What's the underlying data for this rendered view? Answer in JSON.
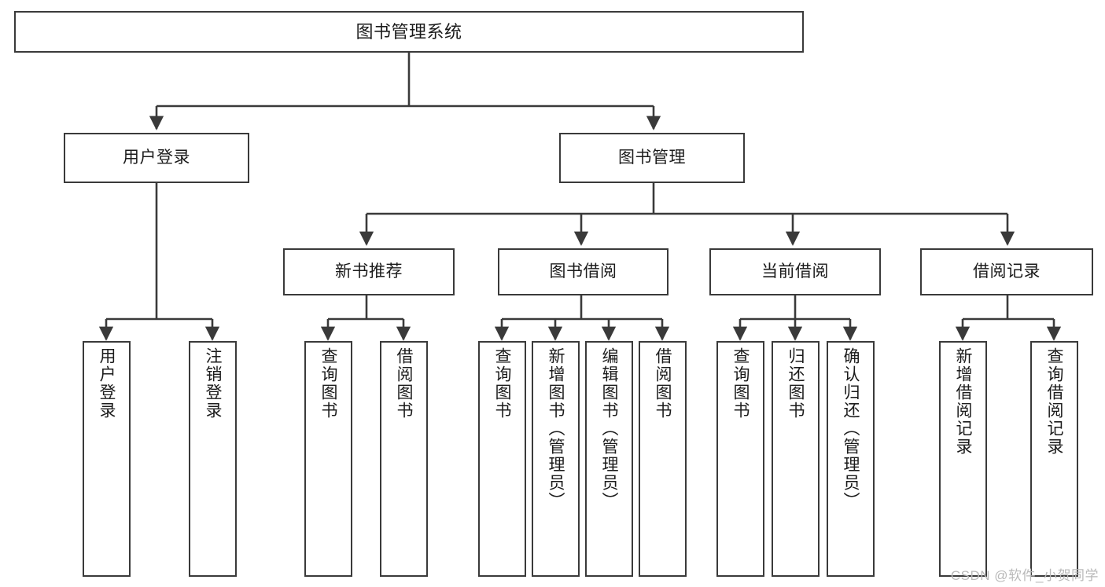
{
  "diagram": {
    "title": "图书管理系统",
    "type": "tree",
    "theme": {
      "background": "#ffffff",
      "node_border": "#3a3a3a",
      "node_fill": "#ffffff",
      "connector": "#3a3a3a",
      "text": "#1b1b1b",
      "watermark": "#b9b9b9"
    },
    "nodes": {
      "root": {
        "label": "图书管理系统"
      },
      "level2": [
        {
          "label": "用户登录"
        },
        {
          "label": "图书管理"
        }
      ],
      "level3": [
        {
          "label": "新书推荐"
        },
        {
          "label": "图书借阅"
        },
        {
          "label": "当前借阅"
        },
        {
          "label": "借阅记录"
        }
      ],
      "leaves": {
        "user_login": [
          {
            "label": "用户登录"
          },
          {
            "label": "注销登录"
          }
        ],
        "new_book_recommend": [
          {
            "label": "查询图书"
          },
          {
            "label": "借阅图书"
          }
        ],
        "book_borrow": [
          {
            "label": "查询图书"
          },
          {
            "label": "新增图书（管理员）"
          },
          {
            "label": "编辑图书（管理员）"
          },
          {
            "label": "借阅图书"
          }
        ],
        "current_borrow": [
          {
            "label": "查询图书"
          },
          {
            "label": "归还图书"
          },
          {
            "label": "确认归还（管理员）"
          }
        ],
        "borrow_record": [
          {
            "label": "新增借阅记录"
          },
          {
            "label": "查询借阅记录"
          }
        ]
      }
    },
    "watermark": "CSDN @软件_小贺同学"
  }
}
